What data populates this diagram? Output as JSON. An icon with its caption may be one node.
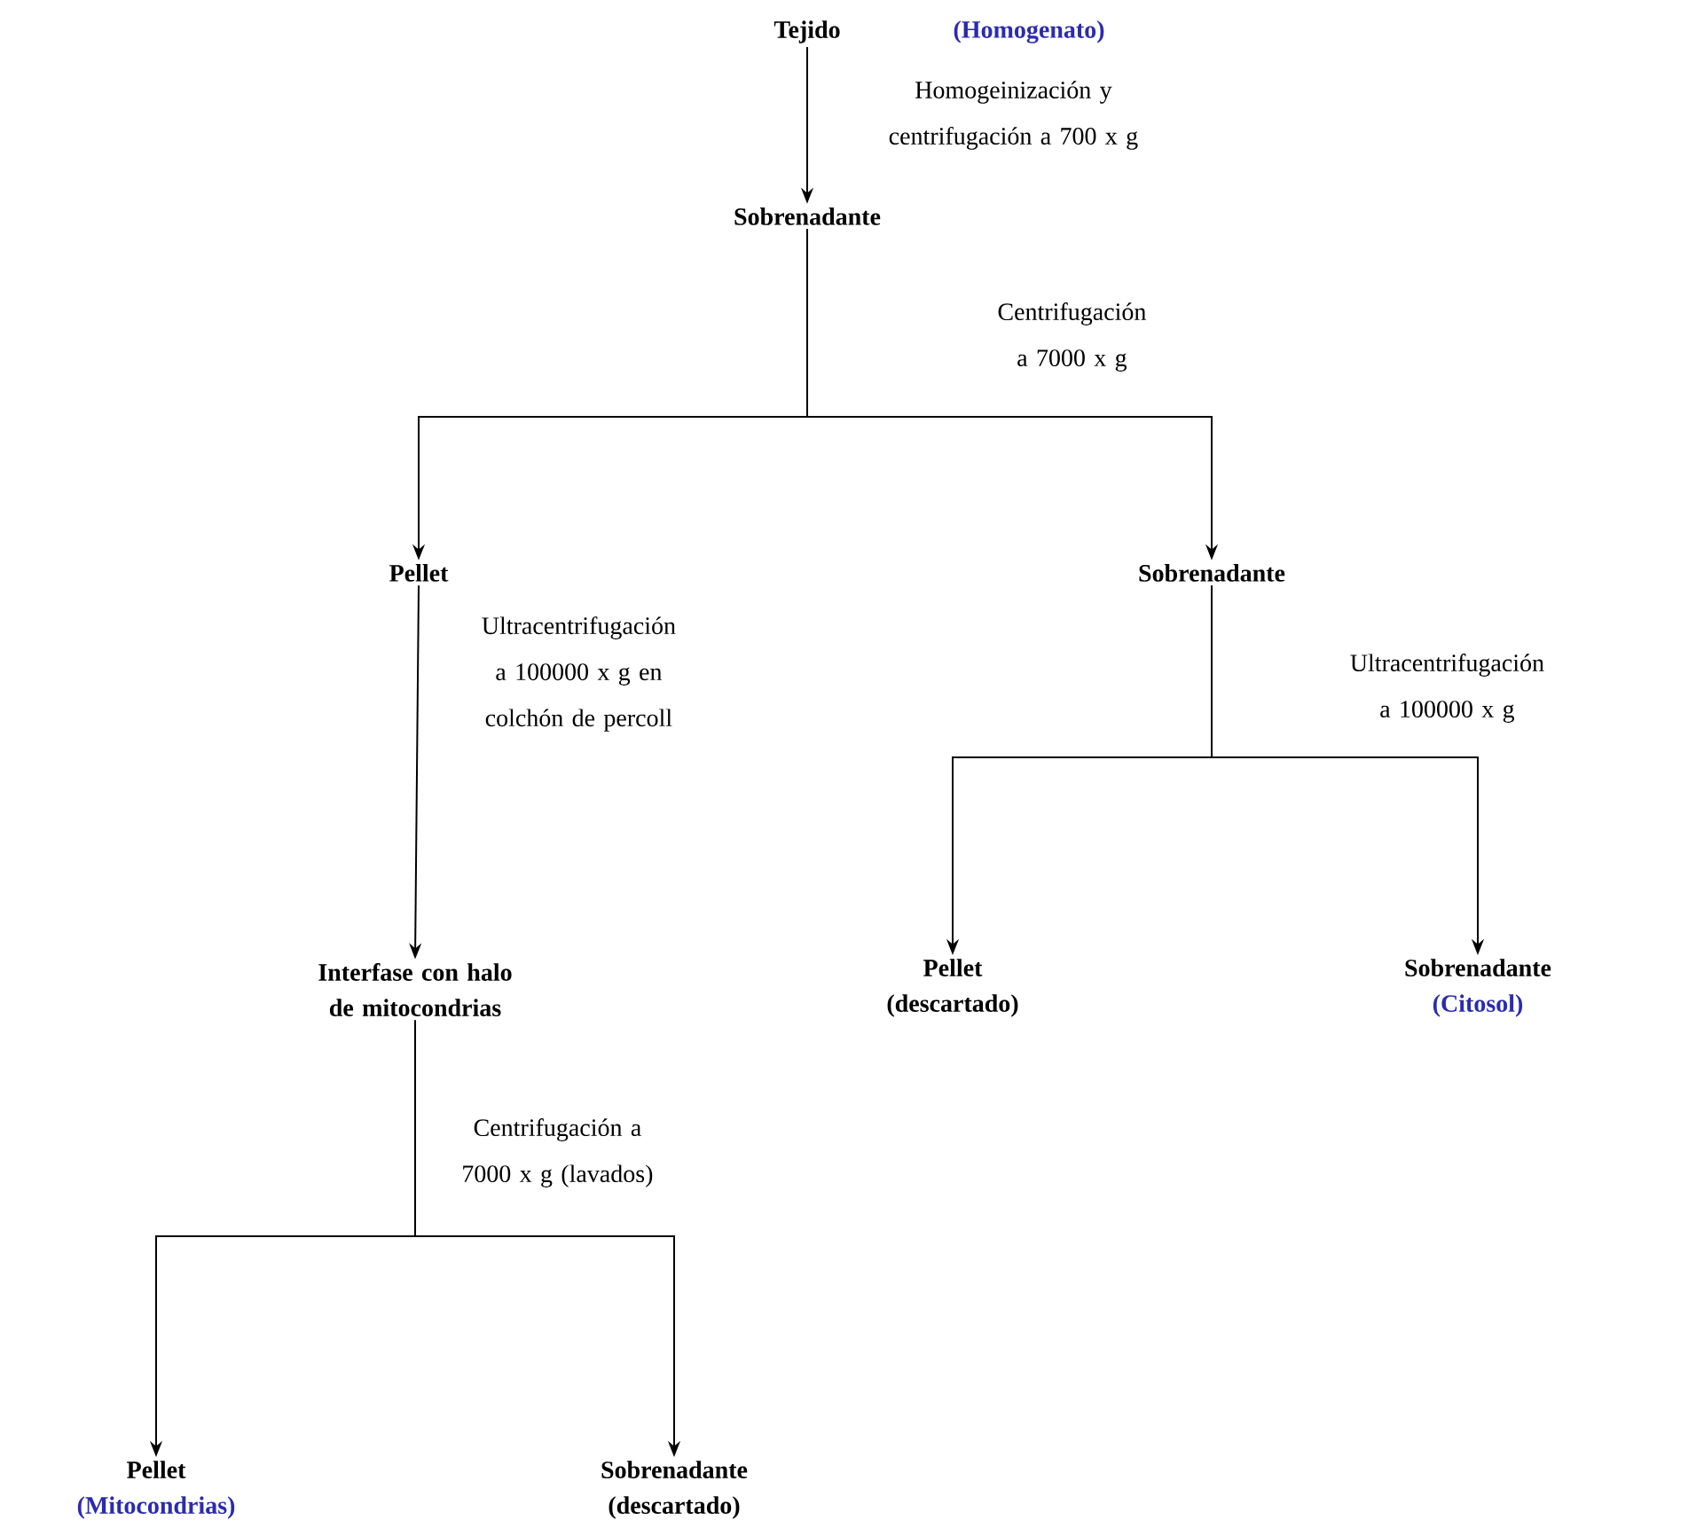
{
  "diagram": {
    "nodes": [
      {
        "text": [
          "Tejido"
        ]
      },
      {
        "text": [
          "Sobrenadante"
        ]
      },
      {
        "text": [
          "Pellet"
        ]
      },
      {
        "text": [
          "Sobrenadante"
        ]
      },
      {
        "text": [
          "Interfase con halo de mitocondrias"
        ]
      },
      {
        "text": [
          "Pellet",
          "(descartado)"
        ]
      },
      {
        "text": [
          "Sobrenadante",
          "(Citosol)"
        ]
      },
      {
        "text": [
          "Pellet",
          "(Mitocondrias)"
        ]
      },
      {
        "text": [
          "Sobrenadante",
          "(descartado)"
        ]
      }
    ],
    "edges": [
      {
        "from": 0,
        "to": 1,
        "arrow": "to",
        "label": "Homogeinización y centrifugación a 700 x g"
      },
      {
        "from": 1,
        "to": 2,
        "arrow": "to"
      },
      {
        "from": 1,
        "to": 3,
        "arrow": "to",
        "label": "Centrifugación a 7000 x g"
      },
      {
        "from": 2,
        "to": 4,
        "arrow": "to",
        "label": "Ultracentrifugación a 100000 x g en colchón de percoll"
      },
      {
        "from": 3,
        "to": 5,
        "arrow": "to"
      },
      {
        "from": 3,
        "to": 6,
        "arrow": "to",
        "label": "Ultracentrifugación a 100000 x g"
      },
      {
        "from": 4,
        "to": 7,
        "arrow": "to"
      },
      {
        "from": 4,
        "to": 8,
        "arrow": "to",
        "label": "Centrifugación a 7000 x g (lavados)"
      }
    ],
    "labels": [
      "(Homogenato)"
    ]
  }
}
